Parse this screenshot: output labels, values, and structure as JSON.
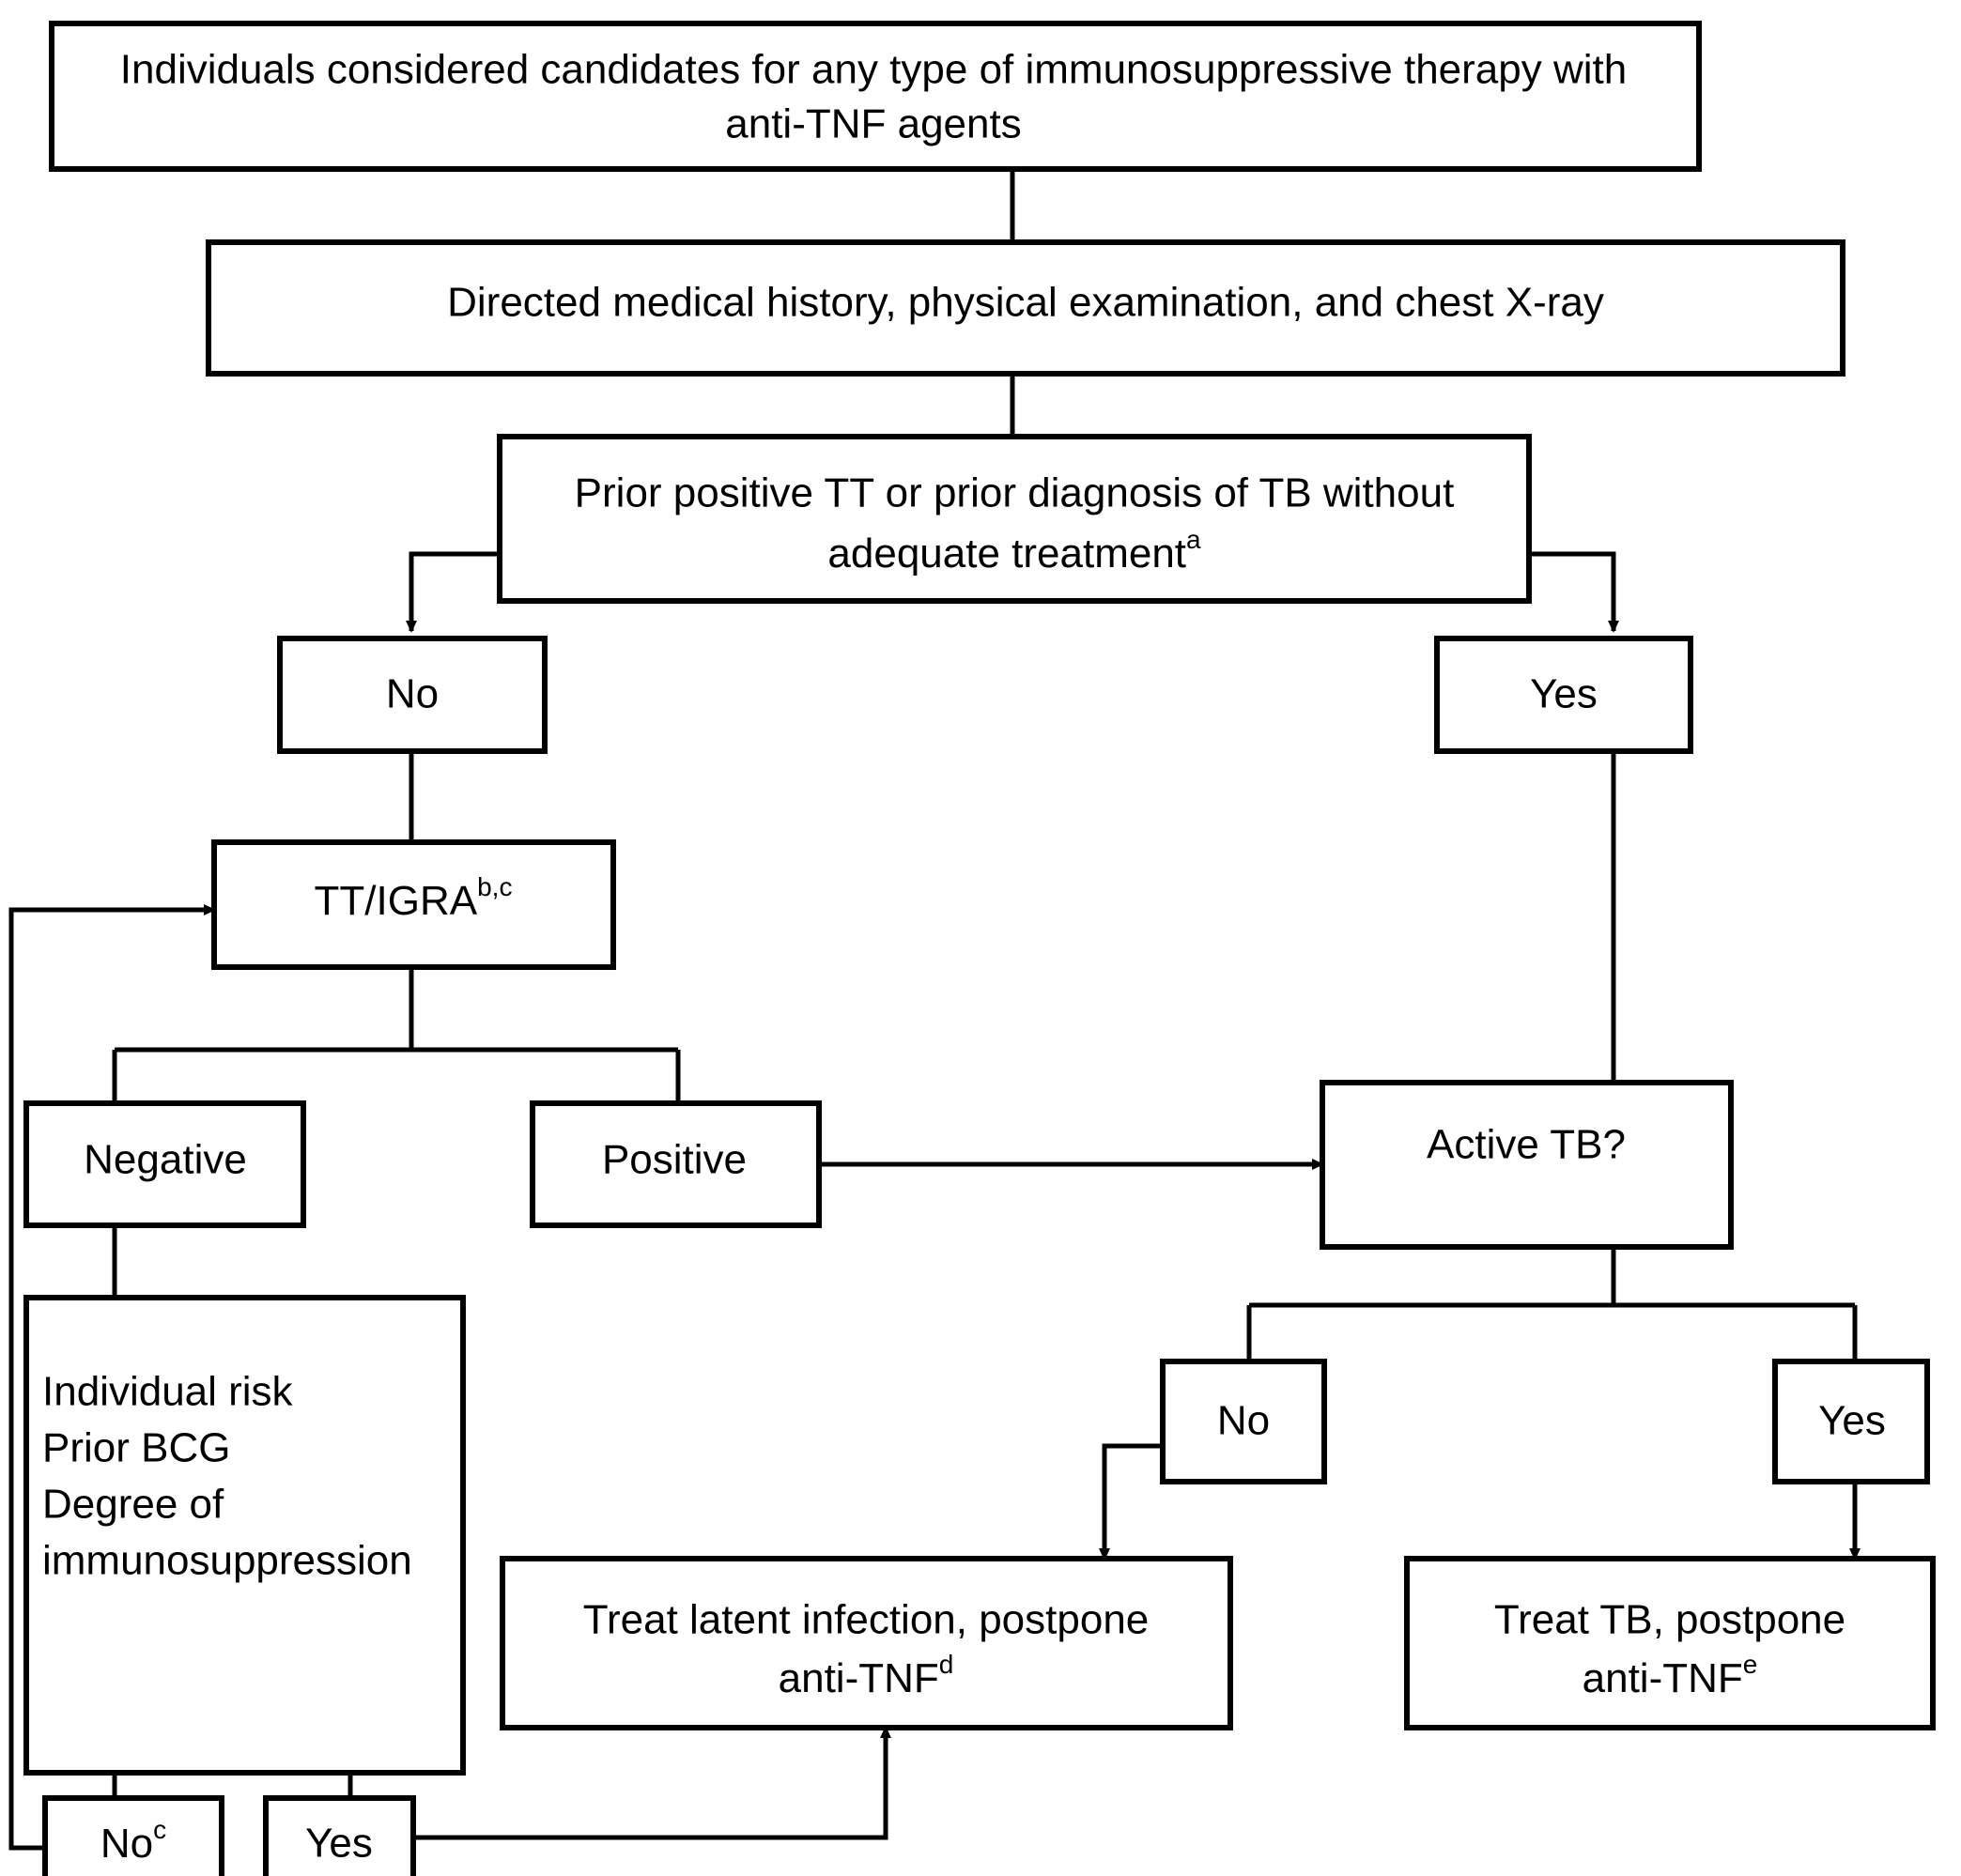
{
  "diagram": {
    "title": "Tuberculosis screening algorithm before anti-TNF therapy",
    "colors": {
      "background": "#ffffff",
      "box_stroke": "#000000",
      "box_fill": "#ffffff",
      "connector": "#000000",
      "text": "#000000"
    },
    "nodes": {
      "start": {
        "id": "start",
        "line1": "Individuals considered candidates for any type of immunosuppressive therapy with",
        "line2": "anti-TNF agents"
      },
      "workup": {
        "id": "workup",
        "line1": "Directed medical history, physical examination, and chest X-ray"
      },
      "prior_tt": {
        "id": "prior-tt",
        "line1": "Prior positive TT or prior diagnosis of TB without",
        "line2": "adequate treatment",
        "line2_sup": "a"
      },
      "prior_tt_no": {
        "id": "prior-tt-no",
        "label": "No"
      },
      "prior_tt_yes": {
        "id": "prior-tt-yes",
        "label": "Yes"
      },
      "tt_igra": {
        "id": "tt-igra",
        "label": "TT/IGRA",
        "sup": "b,c"
      },
      "negative": {
        "id": "negative",
        "label": "Negative"
      },
      "positive": {
        "id": "positive",
        "label": "Positive"
      },
      "risk_factors": {
        "id": "risk-factors",
        "line1": "Individual risk",
        "line2": "Prior BCG",
        "line3": "Degree of",
        "line4": "immunosuppression"
      },
      "risk_no": {
        "id": "risk-no",
        "label": "No",
        "sup": "c"
      },
      "risk_yes": {
        "id": "risk-yes",
        "label": "Yes"
      },
      "active_tb": {
        "id": "active-tb",
        "label": "Active TB?"
      },
      "active_tb_no": {
        "id": "active-tb-no",
        "label": "No"
      },
      "active_tb_yes": {
        "id": "active-tb-yes",
        "label": "Yes"
      },
      "treat_latent": {
        "id": "treat-latent",
        "line1": "Treat latent infection, postpone",
        "line2": "anti-TNF",
        "line2_sup": "d"
      },
      "treat_tb": {
        "id": "treat-tb",
        "line1": "Treat TB, postpone",
        "line2": "anti-TNF",
        "line2_sup": "e"
      }
    },
    "edges": [
      {
        "from": "start",
        "to": "workup",
        "label": ""
      },
      {
        "from": "workup",
        "to": "prior_tt",
        "label": ""
      },
      {
        "from": "prior_tt",
        "to": "prior_tt_no",
        "label": "No"
      },
      {
        "from": "prior_tt",
        "to": "prior_tt_yes",
        "label": "Yes"
      },
      {
        "from": "prior_tt_no",
        "to": "tt_igra",
        "label": ""
      },
      {
        "from": "prior_tt_yes",
        "to": "active_tb",
        "label": ""
      },
      {
        "from": "tt_igra",
        "to": "negative",
        "label": "Negative"
      },
      {
        "from": "tt_igra",
        "to": "positive",
        "label": "Positive"
      },
      {
        "from": "positive",
        "to": "active_tb",
        "label": ""
      },
      {
        "from": "negative",
        "to": "risk_factors",
        "label": ""
      },
      {
        "from": "risk_factors",
        "to": "risk_no",
        "label": "No"
      },
      {
        "from": "risk_factors",
        "to": "risk_yes",
        "label": "Yes"
      },
      {
        "from": "risk_no",
        "to": "tt_igra",
        "label": ""
      },
      {
        "from": "risk_yes",
        "to": "treat_latent",
        "label": ""
      },
      {
        "from": "active_tb",
        "to": "active_tb_no",
        "label": "No"
      },
      {
        "from": "active_tb",
        "to": "active_tb_yes",
        "label": "Yes"
      },
      {
        "from": "active_tb_no",
        "to": "treat_latent",
        "label": ""
      },
      {
        "from": "active_tb_yes",
        "to": "treat_tb",
        "label": ""
      }
    ]
  }
}
